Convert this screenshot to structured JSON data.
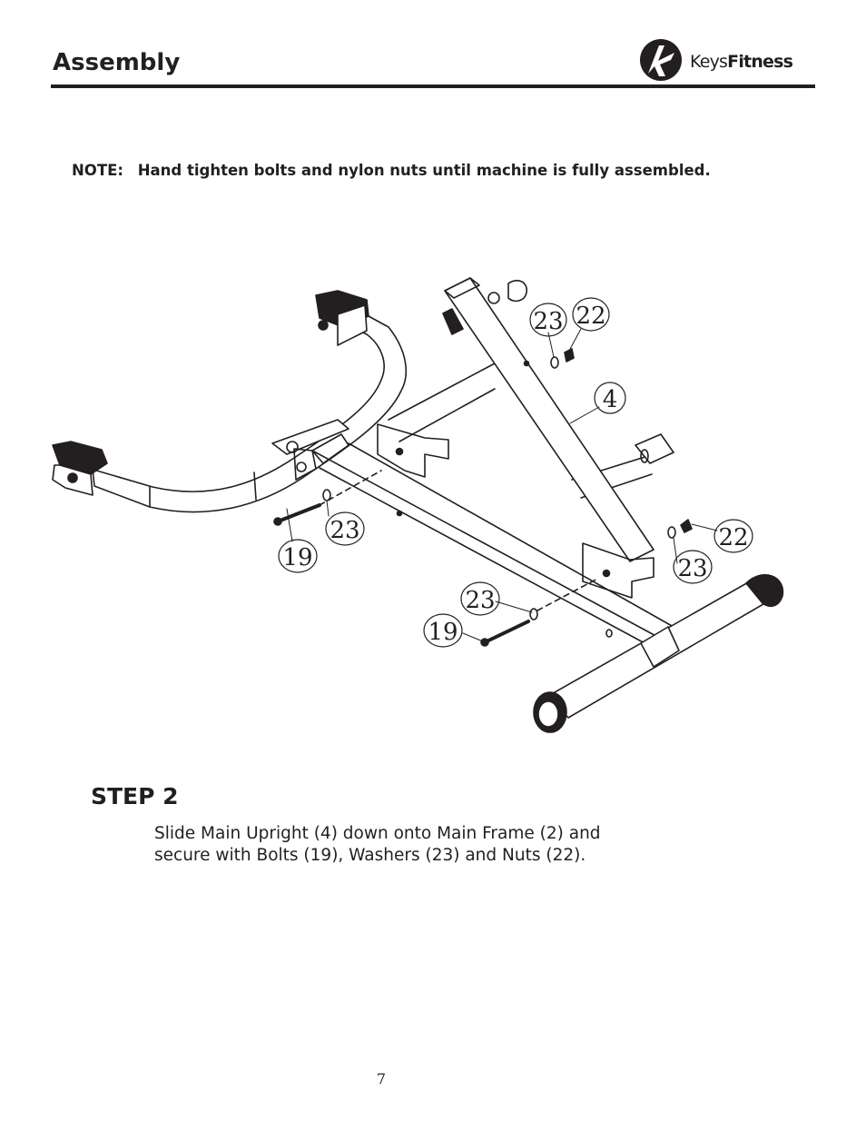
{
  "header": {
    "title": "Assembly",
    "logo": {
      "icon": "keysfitness-logo-icon",
      "text_light": "Keys",
      "text_bold": "Fitness"
    }
  },
  "note": {
    "label": "NOTE:",
    "text": "Hand tighten bolts and nylon nuts until machine is fully assembled."
  },
  "diagram": {
    "callouts": [
      "23",
      "22",
      "4",
      "23",
      "19",
      "22",
      "23",
      "23",
      "19"
    ]
  },
  "step": {
    "title": "STEP 2",
    "instruction_line1": "Slide Main Upright (4) down onto Main Frame (2) and",
    "instruction_line2": "secure with Bolts (19), Washers (23) and Nuts (22)."
  },
  "footer": {
    "page_number": "7"
  }
}
